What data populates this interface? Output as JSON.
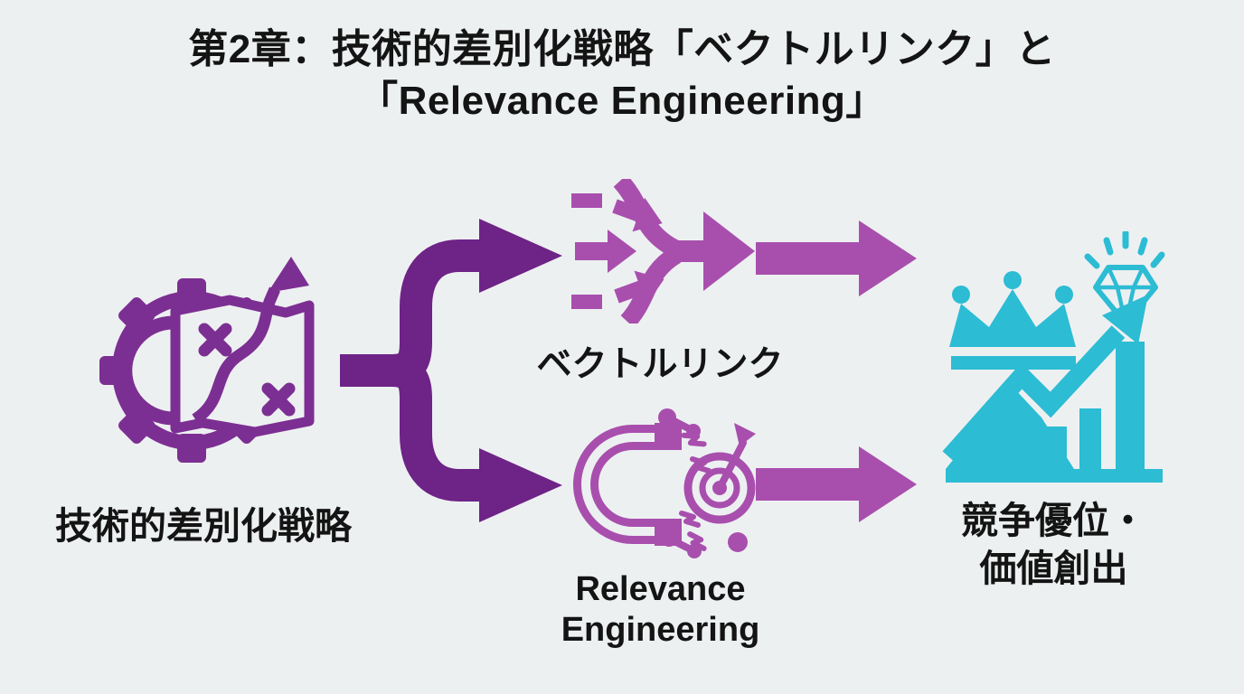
{
  "title": {
    "line1": "第2章：技術的差別化戦略「ベクトルリンク」と",
    "line2": "「Relevance Engineering」"
  },
  "diagram": {
    "source": {
      "label": "技術的差別化戦略",
      "icon": "gear-strategy-map"
    },
    "path_top": {
      "label": "ベクトルリンク",
      "icon": "converging-arrows"
    },
    "path_bottom": {
      "label_line1": "Relevance",
      "label_line2": "Engineering",
      "icon": "magnet-target"
    },
    "outcome": {
      "label_line1": "競争優位・",
      "label_line2": "価値創出",
      "icon": "crown-growth-chart-diamond"
    },
    "connectors": {
      "split_branch": "fork-arrow",
      "flow_arrows": "right-arrow"
    },
    "colors": {
      "background": "#edf0f1",
      "deep_purple": "#6e2387",
      "gear_purple": "#7c2f92",
      "magenta": "#a84fae",
      "cyan": "#2cbcd4",
      "text": "#141414"
    }
  }
}
